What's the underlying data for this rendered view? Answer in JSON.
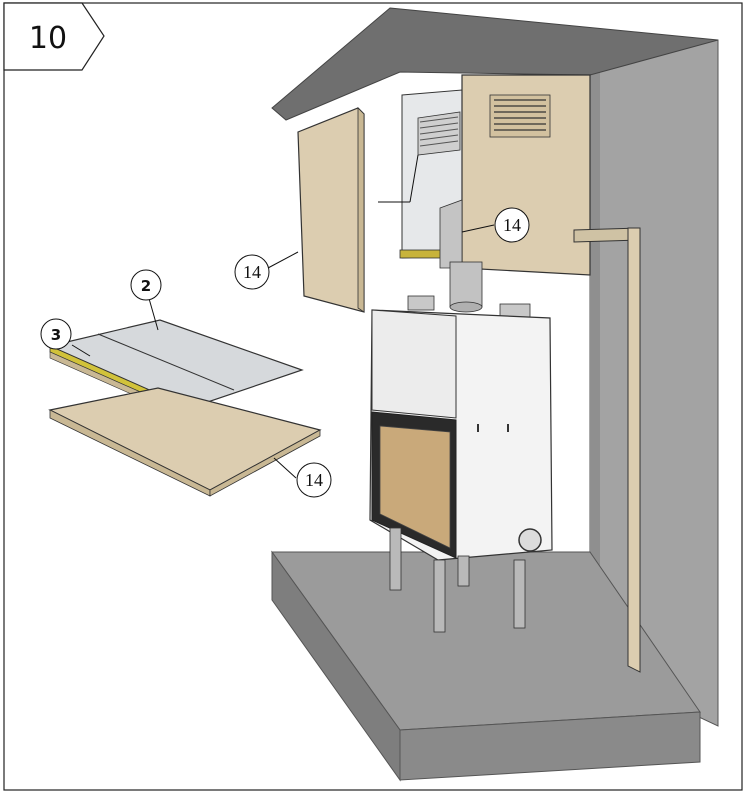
{
  "step": {
    "number": "10"
  },
  "callouts": {
    "upper_left_panel": "14",
    "inner_panel": "14",
    "tray": "14",
    "top_panel": "2",
    "side_strip": "3"
  },
  "colors": {
    "wall": "#9a9a9a",
    "floor_top": "#9b9b9b",
    "floor_side": "#8a8a8a",
    "ceiling": "#6f6f6f",
    "board": "#dccdb0",
    "board_edge": "#c9b894",
    "insulation": "#cfd3d6",
    "insulation_edge": "#d1c23a",
    "stove": "#f3f3f3",
    "glass": "#c9a97a",
    "leg": "#b9b9b9",
    "outline": "#222222"
  }
}
